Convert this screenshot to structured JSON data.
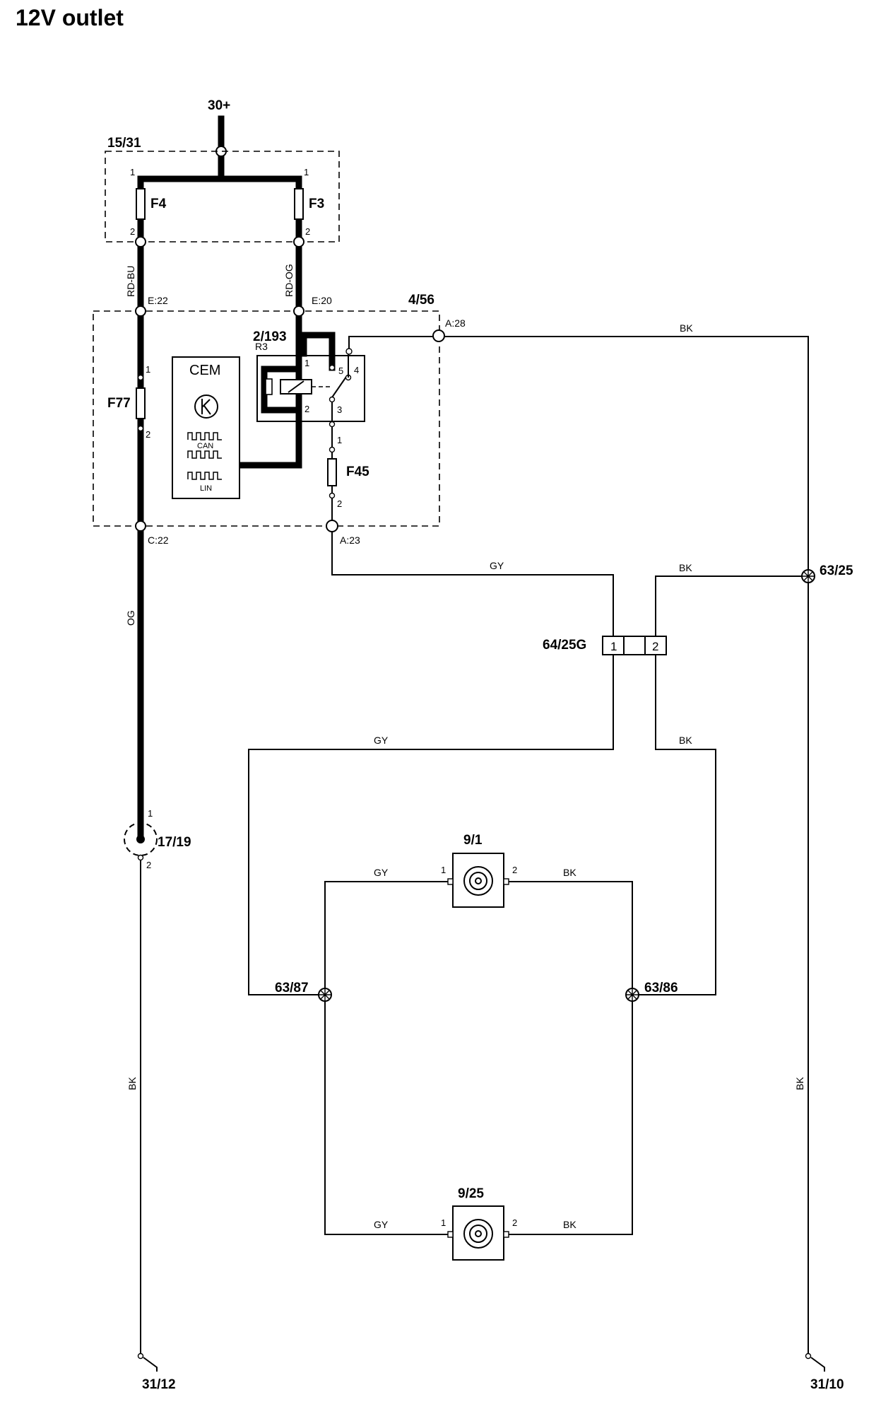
{
  "title": "12V outlet",
  "supply": "30+",
  "fusebox": {
    "id": "15/31",
    "fuses": [
      "F4",
      "F3"
    ]
  },
  "cem_module": {
    "id": "4/56",
    "name": "CEM",
    "can": "CAN",
    "lin": "LIN",
    "fuse_f77": "F77",
    "fuse_f45": "F45"
  },
  "relay": {
    "id": "2/193",
    "ref": "R3"
  },
  "connectors": {
    "e22": "E:22",
    "e20": "E:20",
    "a28": "A:28",
    "c22": "C:22",
    "a23": "A:23"
  },
  "wire_colors": {
    "rd_bu": "RD-BU",
    "rd_og": "RD-OG",
    "og": "OG",
    "bk": "BK",
    "gy": "GY"
  },
  "splices": {
    "s63_25": "63/25",
    "s63_87": "63/87",
    "s63_86": "63/86"
  },
  "connector_64": {
    "id": "64/25G",
    "pin1": "1",
    "pin2": "2"
  },
  "sockets": [
    {
      "id": "9/1"
    },
    {
      "id": "9/25"
    }
  ],
  "component_17": "17/19",
  "grounds": [
    "31/12",
    "31/10"
  ],
  "pins": {
    "p1": "1",
    "p2": "2",
    "p3": "3",
    "p4": "4",
    "p5": "5"
  }
}
